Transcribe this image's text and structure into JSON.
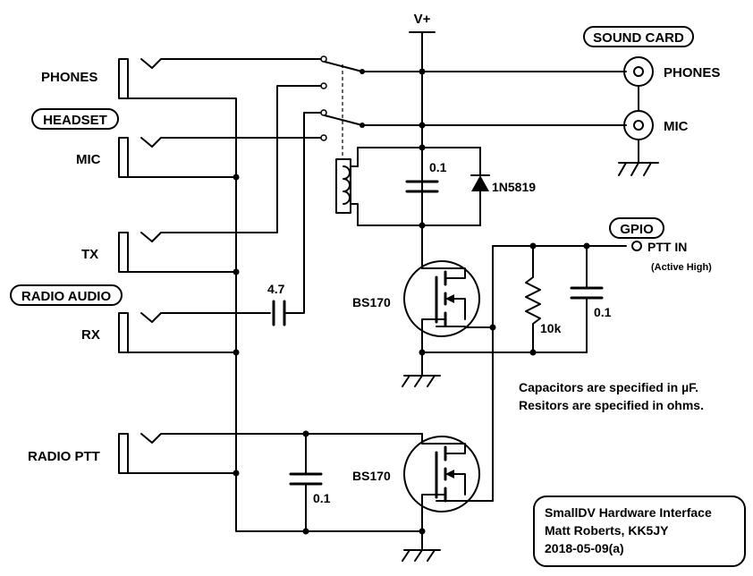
{
  "supply": {
    "vplus": "V+"
  },
  "groups": {
    "headset": "HEADSET",
    "radio_audio": "RADIO AUDIO",
    "sound_card": "SOUND CARD",
    "gpio": "GPIO"
  },
  "jacks_left": {
    "phones": "PHONES",
    "mic": "MIC",
    "tx": "TX",
    "rx": "RX",
    "radio_ptt": "RADIO PTT"
  },
  "jacks_right": {
    "phones": "PHONES",
    "mic": "MIC"
  },
  "components": {
    "cap_relay": "0.1",
    "diode": "1N5819",
    "cap_rx": "4.7",
    "fet_top": "BS170",
    "fet_bottom": "BS170",
    "resistor": "10k",
    "cap_gate": "0.1",
    "cap_ptt": "0.1"
  },
  "ptt_input": {
    "label": "PTT IN",
    "note": "(Active High)"
  },
  "notes": {
    "line1": "Capacitors are specified in µF.",
    "line2": "Resitors are specified in ohms."
  },
  "title_block": {
    "line1": "SmallDV Hardware Interface",
    "line2": "Matt Roberts, KK5JY",
    "line3": "2018-05-09(a)"
  }
}
